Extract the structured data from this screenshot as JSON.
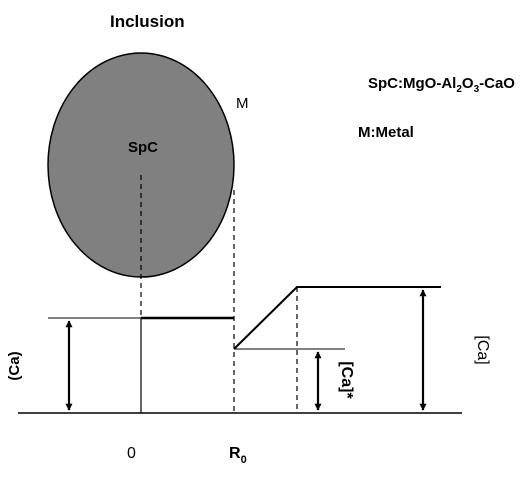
{
  "title": "Inclusion",
  "labels": {
    "sphere": "SpC",
    "metal_marker": "M",
    "legend_spc_prefix": "SpC:MgO-Al",
    "legend_spc_sub1": "2",
    "legend_spc_mid": "O",
    "legend_spc_sub2": "3",
    "legend_spc_suffix": "-CaO",
    "legend_metal": "M:Metal",
    "ca_inclusion": "(Ca)",
    "ca_interface": "[Ca]*",
    "ca_bulk": "[Ca]",
    "origin": "0",
    "radius_main": "R",
    "radius_sub": "0"
  },
  "colors": {
    "sphere_fill": "#808080",
    "stroke": "#000000",
    "background": "#ffffff"
  }
}
